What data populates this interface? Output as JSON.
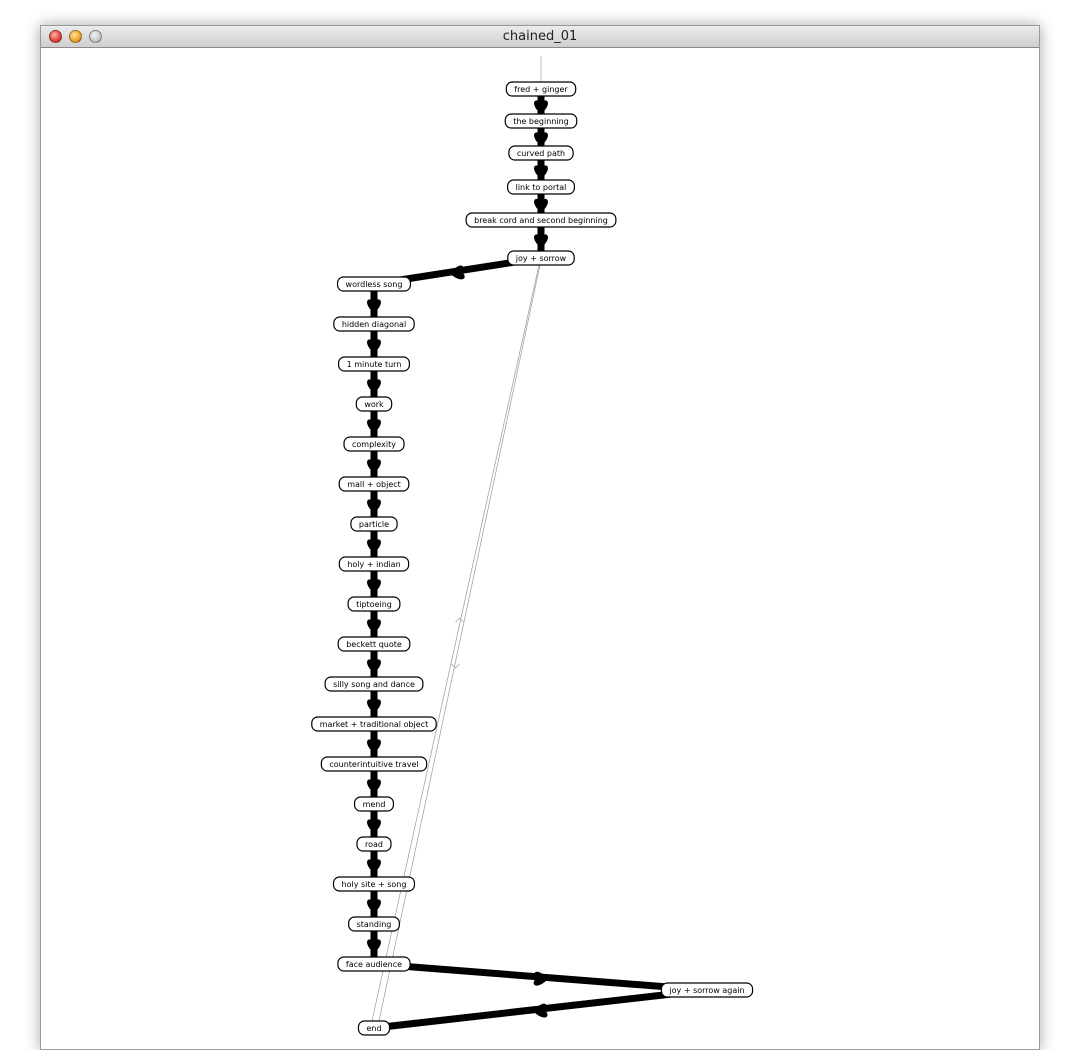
{
  "window": {
    "title": "chained_01"
  },
  "graph": {
    "nodes": [
      {
        "id": "n0",
        "label": "fred + ginger"
      },
      {
        "id": "n1",
        "label": "the beginning"
      },
      {
        "id": "n2",
        "label": "curved path"
      },
      {
        "id": "n3",
        "label": "link to portal"
      },
      {
        "id": "n4",
        "label": "break cord and second beginning"
      },
      {
        "id": "n5",
        "label": "joy + sorrow"
      },
      {
        "id": "n6",
        "label": "wordless song"
      },
      {
        "id": "n7",
        "label": "hidden diagonal"
      },
      {
        "id": "n8",
        "label": "1 minute turn"
      },
      {
        "id": "n9",
        "label": "work"
      },
      {
        "id": "n10",
        "label": "complexity"
      },
      {
        "id": "n11",
        "label": "mall + object"
      },
      {
        "id": "n12",
        "label": "particle"
      },
      {
        "id": "n13",
        "label": "holy + indian"
      },
      {
        "id": "n14",
        "label": "tiptoeing"
      },
      {
        "id": "n15",
        "label": "beckett quote"
      },
      {
        "id": "n16",
        "label": "silly song and dance"
      },
      {
        "id": "n17",
        "label": "market + traditional object"
      },
      {
        "id": "n18",
        "label": "counterintuitive travel"
      },
      {
        "id": "n19",
        "label": "mend"
      },
      {
        "id": "n20",
        "label": "road"
      },
      {
        "id": "n21",
        "label": "holy site + song"
      },
      {
        "id": "n22",
        "label": "standing"
      },
      {
        "id": "n23",
        "label": "face audience"
      },
      {
        "id": "n24",
        "label": "joy + sorrow again"
      },
      {
        "id": "n25",
        "label": "end"
      }
    ],
    "edges": [
      {
        "from": "n0",
        "to": "n1",
        "weight": "heavy"
      },
      {
        "from": "n1",
        "to": "n2",
        "weight": "heavy"
      },
      {
        "from": "n2",
        "to": "n3",
        "weight": "heavy"
      },
      {
        "from": "n3",
        "to": "n4",
        "weight": "heavy"
      },
      {
        "from": "n4",
        "to": "n5",
        "weight": "heavy"
      },
      {
        "from": "n5",
        "to": "n6",
        "weight": "heavy"
      },
      {
        "from": "n6",
        "to": "n7",
        "weight": "heavy"
      },
      {
        "from": "n7",
        "to": "n8",
        "weight": "heavy"
      },
      {
        "from": "n8",
        "to": "n9",
        "weight": "heavy"
      },
      {
        "from": "n9",
        "to": "n10",
        "weight": "heavy"
      },
      {
        "from": "n10",
        "to": "n11",
        "weight": "heavy"
      },
      {
        "from": "n11",
        "to": "n12",
        "weight": "heavy"
      },
      {
        "from": "n12",
        "to": "n13",
        "weight": "heavy"
      },
      {
        "from": "n13",
        "to": "n14",
        "weight": "heavy"
      },
      {
        "from": "n14",
        "to": "n15",
        "weight": "heavy"
      },
      {
        "from": "n15",
        "to": "n16",
        "weight": "heavy"
      },
      {
        "from": "n16",
        "to": "n17",
        "weight": "heavy"
      },
      {
        "from": "n17",
        "to": "n18",
        "weight": "heavy"
      },
      {
        "from": "n18",
        "to": "n19",
        "weight": "heavy"
      },
      {
        "from": "n19",
        "to": "n20",
        "weight": "heavy"
      },
      {
        "from": "n20",
        "to": "n21",
        "weight": "heavy"
      },
      {
        "from": "n21",
        "to": "n22",
        "weight": "heavy"
      },
      {
        "from": "n22",
        "to": "n23",
        "weight": "heavy"
      },
      {
        "from": "n23",
        "to": "n24",
        "weight": "heavy"
      },
      {
        "from": "n24",
        "to": "n25",
        "weight": "heavy"
      },
      {
        "from": "n5",
        "to": "n25",
        "weight": "light"
      },
      {
        "from": "n25",
        "to": "n5",
        "weight": "light"
      }
    ]
  },
  "colors": {
    "edge_heavy": "#000000",
    "edge_light": "#9a9a9a",
    "node_fill": "#ffffff",
    "node_stroke": "#000000"
  }
}
